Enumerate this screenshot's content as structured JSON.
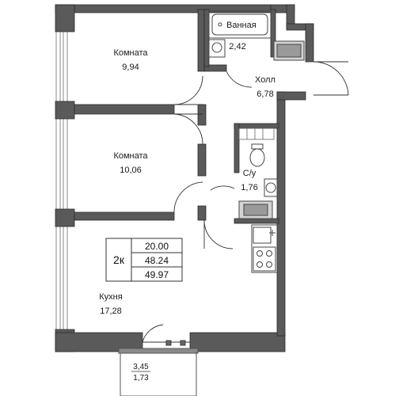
{
  "plan": {
    "rooms": [
      {
        "name": "Комната",
        "area": "9,94"
      },
      {
        "name": "Комната",
        "area": "10,06"
      },
      {
        "name": "Кухня",
        "area": "17,28"
      },
      {
        "name": "Холл",
        "area": "6,78"
      },
      {
        "name": "С/у",
        "area": "1,76"
      },
      {
        "name": "Ванная",
        "area": "2,42"
      }
    ],
    "balcony": {
      "area_1": "3,45",
      "area_2": "1,73"
    },
    "summary": {
      "rooms_label": "2к",
      "area_1": "20.00",
      "area_2": "48.24",
      "area_3": "49.97"
    },
    "colors": {
      "wall": "#5a5a5a",
      "wall_outline": "#2b2b2b",
      "fixture": "#6d6d6d",
      "window": "#9a9a9a"
    }
  }
}
